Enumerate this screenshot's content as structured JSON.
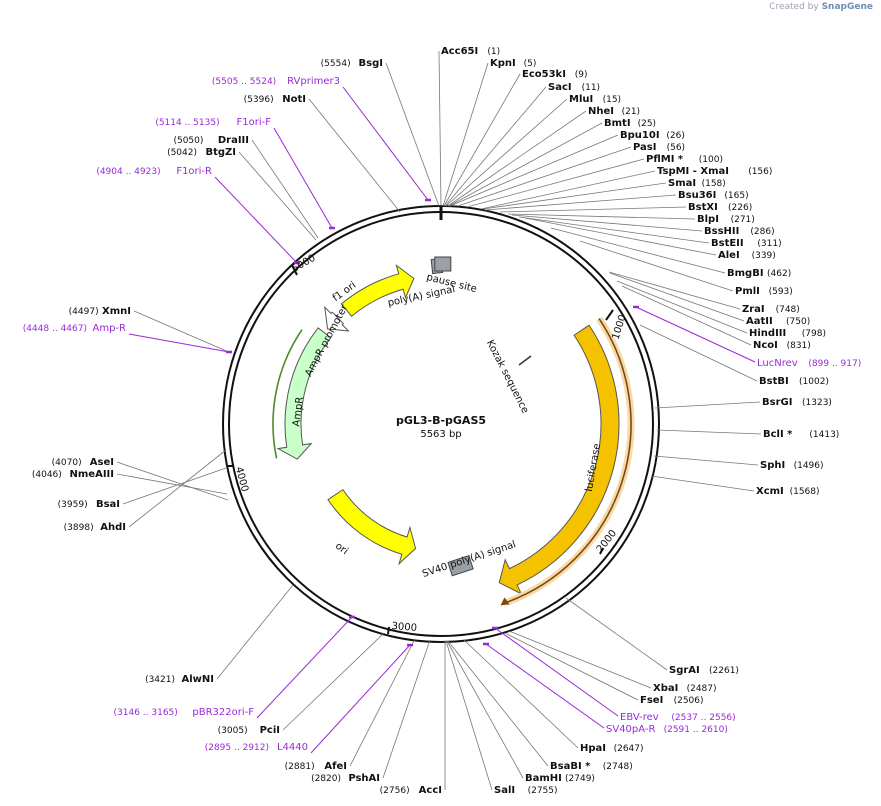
{
  "credit": {
    "prefix": "Created by",
    "brand": "SnapGene"
  },
  "plasmid": {
    "name": "pGL3-B-pGAS5",
    "length": "5563 bp",
    "total_bp": 5563
  },
  "colors": {
    "primer": "#9a2ad6",
    "luciferase": "#f5c200",
    "ori": "#ffff00",
    "f1_ori": "#ffff00",
    "ampr": "#c9ffc9",
    "ampr_promoter": "#ffffff",
    "poly_a": "#9aa0a8"
  },
  "ticks": [
    {
      "label": "1000",
      "bp": 1000
    },
    {
      "label": "2000",
      "bp": 2000
    },
    {
      "label": "3000",
      "bp": 3000
    },
    {
      "label": "4000",
      "bp": 4000
    },
    {
      "label": "5000",
      "bp": 5000
    }
  ],
  "sites": [
    {
      "name": "Acc65I",
      "pos": "(1)"
    },
    {
      "name": "KpnI",
      "pos": "(5)"
    },
    {
      "name": "Eco53kI",
      "pos": "(9)"
    },
    {
      "name": "SacI",
      "pos": "(11)"
    },
    {
      "name": "MluI",
      "pos": "(15)"
    },
    {
      "name": "NheI",
      "pos": "(21)"
    },
    {
      "name": "BmtI",
      "pos": "(25)"
    },
    {
      "name": "Bpu10I",
      "pos": "(26)"
    },
    {
      "name": "PasI",
      "pos": "(56)"
    },
    {
      "name": "PflMI *",
      "pos": "(100)"
    },
    {
      "name": "TspMI  - XmaI",
      "pos": "(156)"
    },
    {
      "name": "SmaI",
      "pos": "(158)"
    },
    {
      "name": "Bsu36I",
      "pos": "(165)"
    },
    {
      "name": "BstXI",
      "pos": "(226)"
    },
    {
      "name": "BlpI",
      "pos": "(271)"
    },
    {
      "name": "BssHII",
      "pos": "(286)"
    },
    {
      "name": "BstEII",
      "pos": "(311)"
    },
    {
      "name": "AleI",
      "pos": "(339)"
    },
    {
      "name": "BmgBI",
      "pos": "(462)"
    },
    {
      "name": "PmlI",
      "pos": "(593)"
    },
    {
      "name": "ZraI",
      "pos": "(748)"
    },
    {
      "name": "AatII",
      "pos": "(750)"
    },
    {
      "name": "HindIII",
      "pos": "(798)"
    },
    {
      "name": "NcoI",
      "pos": "(831)"
    },
    {
      "name": "BstBI",
      "pos": "(1002)"
    },
    {
      "name": "BsrGI",
      "pos": "(1323)"
    },
    {
      "name": "BclI *",
      "pos": "(1413)"
    },
    {
      "name": "SphI",
      "pos": "(1496)"
    },
    {
      "name": "XcmI",
      "pos": "(1568)"
    },
    {
      "name": "SgrAI",
      "pos": "(2261)"
    },
    {
      "name": "XbaI",
      "pos": "(2487)"
    },
    {
      "name": "FseI",
      "pos": "(2506)"
    },
    {
      "name": "HpaI",
      "pos": "(2647)"
    },
    {
      "name": "BsaBI *",
      "pos": "(2748)"
    },
    {
      "name": "BamHI",
      "pos": "(2749)"
    },
    {
      "name": "SalI",
      "pos": "(2755)"
    },
    {
      "name": "AccI",
      "pos": "(2756)"
    },
    {
      "name": "PshAI",
      "pos": "(2820)"
    },
    {
      "name": "AfeI",
      "pos": "(2881)"
    },
    {
      "name": "PciI",
      "pos": "(3005)"
    },
    {
      "name": "AlwNI",
      "pos": "(3421)"
    },
    {
      "name": "AhdI",
      "pos": "(3898)"
    },
    {
      "name": "BsaI",
      "pos": "(3959)"
    },
    {
      "name": "NmeAIII",
      "pos": "(4046)"
    },
    {
      "name": "AseI",
      "pos": "(4070)"
    },
    {
      "name": "XmnI",
      "pos": "(4497)"
    },
    {
      "name": "BtgZI",
      "pos": "(5042)"
    },
    {
      "name": "DraIII",
      "pos": "(5050)"
    },
    {
      "name": "NotI",
      "pos": "(5396)"
    },
    {
      "name": "BsgI",
      "pos": "(5554)"
    }
  ],
  "primers": [
    {
      "name": "RVprimer3",
      "range": "(5505 .. 5524)"
    },
    {
      "name": "F1ori-F",
      "range": "(5114 .. 5135)"
    },
    {
      "name": "F1ori-R",
      "range": "(4904 .. 4923)"
    },
    {
      "name": "Amp-R",
      "range": "(4448 .. 4467)"
    },
    {
      "name": "LucNrev",
      "range": "(899 .. 917)"
    },
    {
      "name": "EBV-rev",
      "range": "(2537 .. 2556)"
    },
    {
      "name": "SV40pA-R",
      "range": "(2591 .. 2610)"
    },
    {
      "name": "pBR322ori-F",
      "range": "(3146 .. 3165)"
    },
    {
      "name": "L4440",
      "range": "(2895 .. 2912)"
    }
  ],
  "features": [
    {
      "name": "luciferase"
    },
    {
      "name": "ori"
    },
    {
      "name": "f1 ori"
    },
    {
      "name": "AmpR"
    },
    {
      "name": "AmpR promoter"
    },
    {
      "name": "pause site"
    },
    {
      "name": "poly(A) signal"
    },
    {
      "name": "SV40 poly(A) signal"
    },
    {
      "name": "Kozak sequence"
    }
  ]
}
